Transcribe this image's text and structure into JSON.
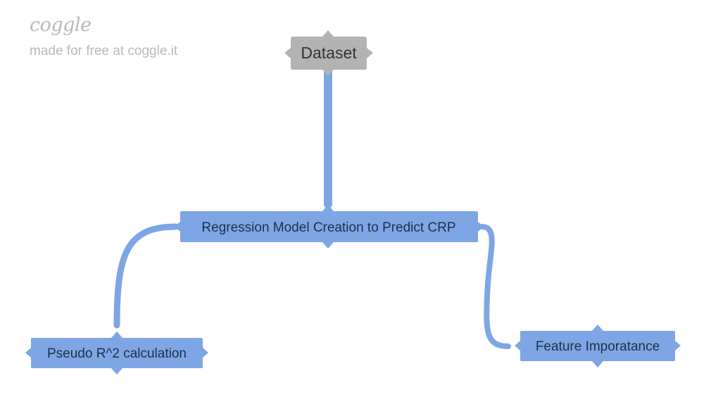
{
  "brand": {
    "logo": "coggle",
    "tagline": "made for free at coggle.it"
  },
  "nodes": {
    "root": {
      "label": "Dataset"
    },
    "regression": {
      "label": "Regression Model Creation to Predict CRP"
    },
    "pseudo_r2": {
      "label": "Pseudo R^2 calculation"
    },
    "feature_importance": {
      "label": "Feature Imporatance"
    }
  },
  "colors": {
    "root_fill": "#b3b3b3",
    "root_text": "#333333",
    "node_fill": "#7ea6e5",
    "node_text": "#1f2f4a",
    "branch": "#7ea6e5"
  }
}
